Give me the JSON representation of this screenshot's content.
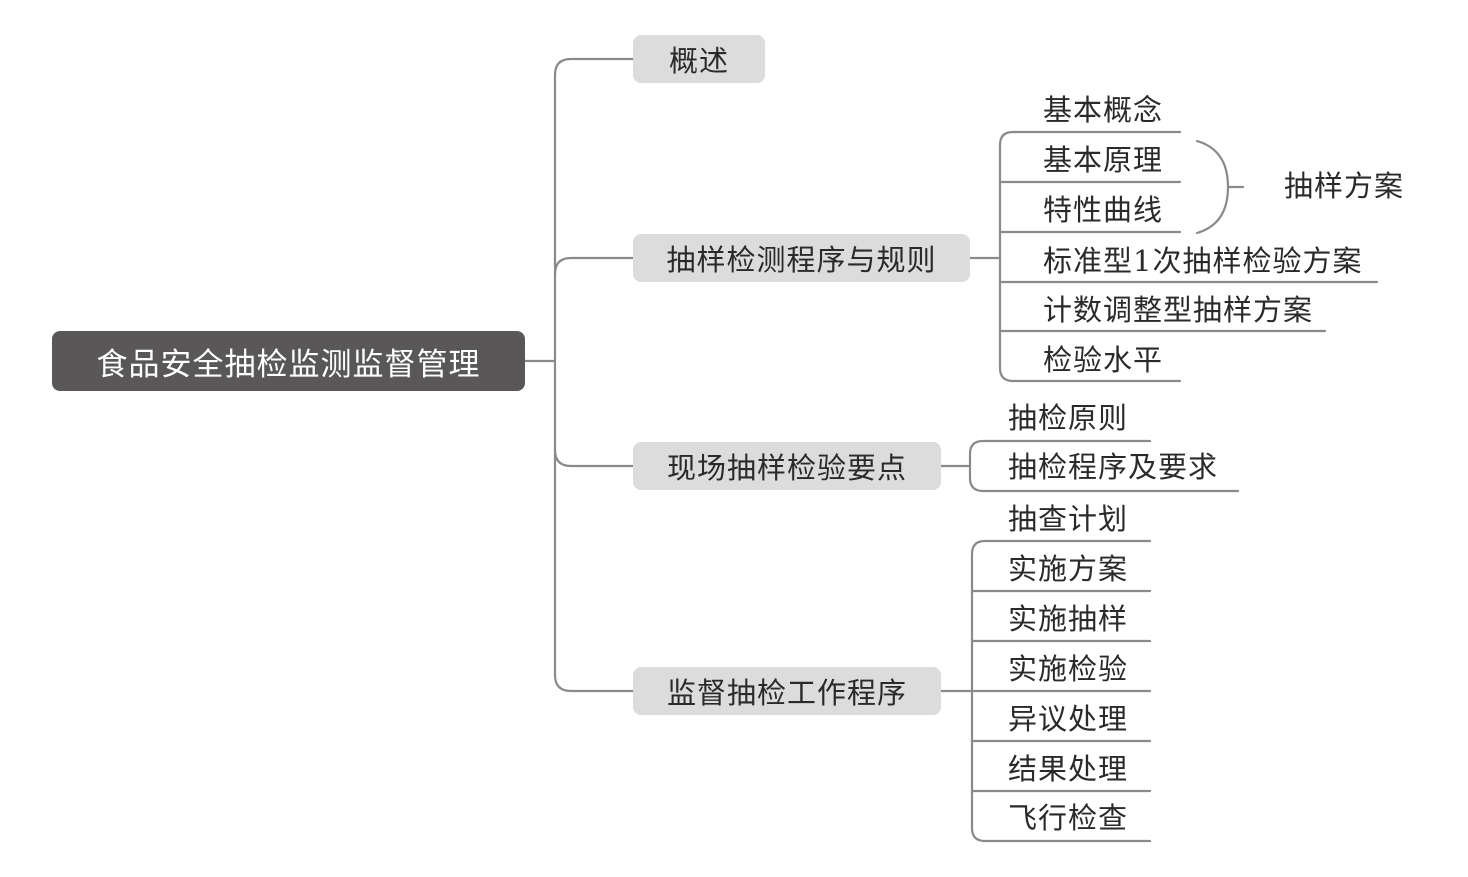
{
  "root": {
    "label": "食品安全抽检监测监督管理"
  },
  "branches": [
    {
      "label": "概述",
      "children": []
    },
    {
      "label": "抽样检测程序与规则",
      "children": [
        {
          "label": "基本概念"
        },
        {
          "label": "基本原理"
        },
        {
          "label": "特性曲线"
        },
        {
          "label": "标准型1次抽样检验方案"
        },
        {
          "label": "计数调整型抽样方案"
        },
        {
          "label": "检验水平"
        }
      ],
      "bracket": {
        "label": "抽样方案"
      }
    },
    {
      "label": "现场抽样检验要点",
      "children": [
        {
          "label": "抽检原则"
        },
        {
          "label": "抽检程序及要求"
        }
      ]
    },
    {
      "label": "监督抽检工作程序",
      "children": [
        {
          "label": "抽查计划"
        },
        {
          "label": "实施方案"
        },
        {
          "label": "实施抽样"
        },
        {
          "label": "实施检验"
        },
        {
          "label": "异议处理"
        },
        {
          "label": "结果处理"
        },
        {
          "label": "飞行检查"
        }
      ]
    }
  ],
  "colors": {
    "root_fill": "#595757",
    "branch_fill": "#dcdcdc",
    "connector": "#8a8a8a",
    "text": "#2a2a2a"
  }
}
